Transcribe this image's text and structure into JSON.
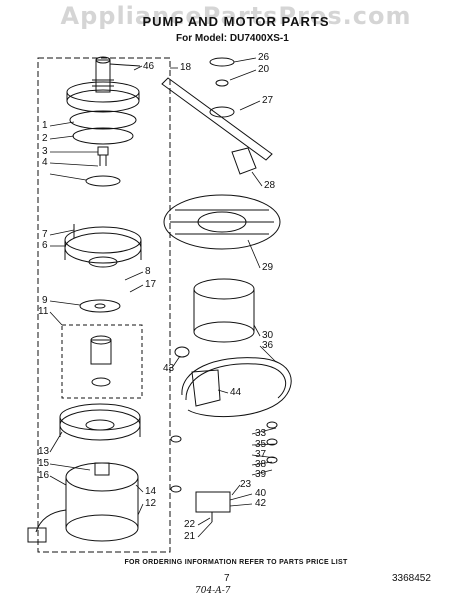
{
  "header": {
    "watermark": "AppliancePartsPros.com",
    "title": "PUMP AND MOTOR PARTS",
    "model": "For Model: DU7400XS-1"
  },
  "callouts": [
    {
      "id": "46",
      "text": "46"
    },
    {
      "id": "1",
      "text": "1"
    },
    {
      "id": "2",
      "text": "2"
    },
    {
      "id": "3",
      "text": "3"
    },
    {
      "id": "4",
      "text": "4"
    },
    {
      "id": "7",
      "text": "7"
    },
    {
      "id": "6",
      "text": "6"
    },
    {
      "id": "8",
      "text": "8"
    },
    {
      "id": "17",
      "text": "17"
    },
    {
      "id": "9",
      "text": "9"
    },
    {
      "id": "11",
      "text": "11"
    },
    {
      "id": "13",
      "text": "13"
    },
    {
      "id": "15",
      "text": "15"
    },
    {
      "id": "16",
      "text": "16"
    },
    {
      "id": "14",
      "text": "14"
    },
    {
      "id": "12",
      "text": "12"
    },
    {
      "id": "18",
      "text": "18"
    },
    {
      "id": "26",
      "text": "26"
    },
    {
      "id": "20",
      "text": "20"
    },
    {
      "id": "27",
      "text": "27"
    },
    {
      "id": "28",
      "text": "28"
    },
    {
      "id": "29",
      "text": "29"
    },
    {
      "id": "30",
      "text": "30"
    },
    {
      "id": "36",
      "text": "36"
    },
    {
      "id": "43",
      "text": "43"
    },
    {
      "id": "44",
      "text": "44"
    },
    {
      "id": "33",
      "text": "33"
    },
    {
      "id": "35",
      "text": "35"
    },
    {
      "id": "37",
      "text": "37"
    },
    {
      "id": "38",
      "text": "38"
    },
    {
      "id": "39",
      "text": "39"
    },
    {
      "id": "23",
      "text": "23"
    },
    {
      "id": "40",
      "text": "40"
    },
    {
      "id": "42",
      "text": "42"
    },
    {
      "id": "22",
      "text": "22"
    },
    {
      "id": "21",
      "text": "21"
    }
  ],
  "footer": {
    "note": "FOR ORDERING INFORMATION REFER TO PARTS PRICE LIST",
    "page": "7",
    "doc_number": "3368452",
    "handwritten": "704-A-7"
  }
}
